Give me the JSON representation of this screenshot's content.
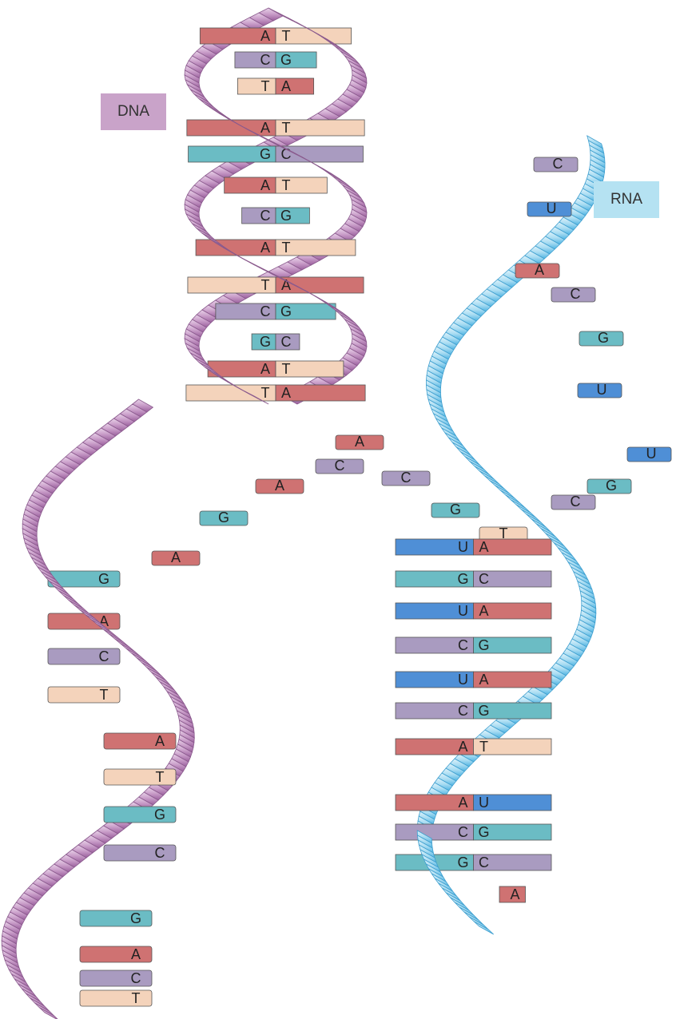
{
  "labels": {
    "dna": "DNA",
    "rna": "RNA"
  },
  "colors": {
    "A": "#cf7272",
    "T": "#f4d3bb",
    "C": "#a99bc0",
    "G": "#6bbcc4",
    "U": "#4f8fd6",
    "dna_ribbon": "#c79ac7",
    "dna_ribbon_dark": "#9a5f9d",
    "rna_ribbon": "#a8dcf2",
    "rna_ribbon_dark": "#4eb4e2"
  },
  "dna_top_pairs": [
    [
      "A",
      "T"
    ],
    [
      "C",
      "G"
    ],
    [
      "T",
      "A"
    ],
    [
      "A",
      "T"
    ],
    [
      "G",
      "C"
    ],
    [
      "A",
      "T"
    ],
    [
      "C",
      "G"
    ],
    [
      "A",
      "T"
    ],
    [
      "T",
      "A"
    ],
    [
      "C",
      "G"
    ],
    [
      "G",
      "C"
    ],
    [
      "A",
      "T"
    ],
    [
      "T",
      "A"
    ]
  ],
  "dna_template_open": [
    "A",
    "C",
    "G",
    "T",
    "A",
    "C",
    "G",
    "A"
  ],
  "dna_lower_bases": [
    "G",
    "A",
    "C",
    "T",
    "A",
    "T",
    "G",
    "C",
    "G",
    "A",
    "C",
    "T"
  ],
  "rna_free_bases": [
    "C",
    "U",
    "A",
    "C",
    "G",
    "U",
    "U",
    "G",
    "C"
  ],
  "rna_hybrid_pairs": [
    [
      "U",
      "A"
    ],
    [
      "G",
      "C"
    ],
    [
      "U",
      "A"
    ],
    [
      "C",
      "G"
    ],
    [
      "U",
      "A"
    ],
    [
      "C",
      "G"
    ],
    [
      "A",
      "T"
    ],
    [
      "A",
      "U"
    ],
    [
      "C",
      "G"
    ],
    [
      "G",
      "C"
    ],
    [
      "A",
      ""
    ]
  ]
}
